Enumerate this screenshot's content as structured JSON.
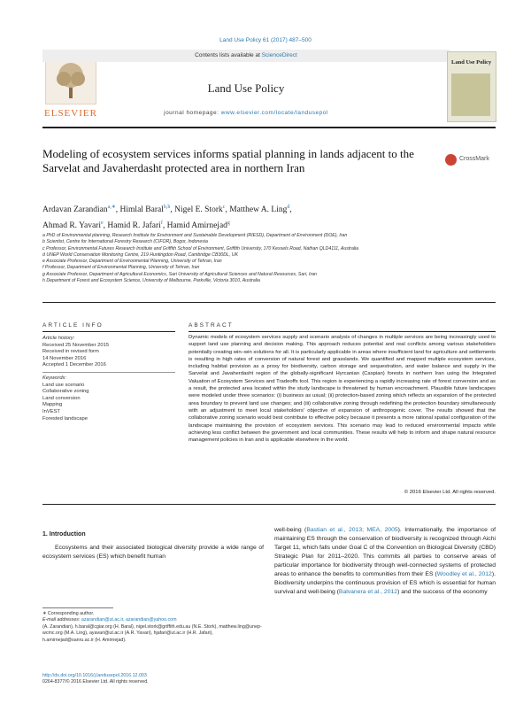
{
  "citation": "Land Use Policy 61 (2017) 487–500",
  "header": {
    "contents_prefix": "Contents lists available at",
    "contents_link": "ScienceDirect",
    "journal_title": "Land Use Policy",
    "homepage_prefix": "journal homepage:",
    "homepage_url": "www.elsevier.com/locate/landusepol",
    "publisher_logo": "ELSEVIER",
    "cover_title": "Land Use Policy"
  },
  "article": {
    "title": "Modeling of ecosystem services informs spatial planning in lands adjacent to the Sarvelat and Javaherdasht protected area in northern Iran",
    "crossmark": "CrossMark",
    "authors": [
      {
        "name": "Ardavan Zarandian",
        "sup": "a,∗",
        "sep": ", "
      },
      {
        "name": "Himlal Baral",
        "sup": "b,h",
        "sep": ", "
      },
      {
        "name": "Nigel E. Stork",
        "sup": "c",
        "sep": ", "
      },
      {
        "name": "Matthew A. Ling",
        "sup": "d",
        "sep": ","
      },
      {
        "name": "Ahmad R. Yavari",
        "sup": "e",
        "sep": ", "
      },
      {
        "name": "Hamid R. Jafari",
        "sup": "f",
        "sep": ", "
      },
      {
        "name": "Hamid Amirnejad",
        "sup": "g",
        "sep": ""
      }
    ],
    "affiliations": [
      "a PhD of Environmental planning, Research Institute for Environment and Sustainable Development (RIESD), Department of Environment (DOE), Iran",
      "b Scientist, Centre for International Forestry Research (CIFOR), Bogor, Indonesia",
      "c Professor, Environmental Futures Research Institute and Griffith School of Environment, Griffith University, 170 Kessels Road, Nathan QLD4111, Australia",
      "d UNEP World Conservation Monitoring Centre, 219 Huntingdon Road, Cambridge CB30DL, UK",
      "e Associate Professor, Department of Environmental Planning, University of Tehran, Iran",
      "f Professor, Department of Environmental Planning, University of Tehran, Iran",
      "g Associate Professor, Department of Agricultural Economics, Sari University of Agricultural Sciences and Natural Resources, Sari, Iran",
      "h Department of Forest and Ecosystem Science, University of Melbourne, Parkville, Victoria 3010, Australia"
    ]
  },
  "article_info": {
    "heading": "ARTICLE INFO",
    "history_label": "Article history:",
    "history": [
      "Received 25 November 2015",
      "Received in revised form",
      "14 November 2016",
      "Accepted 1 December 2016"
    ],
    "keywords_label": "Keywords:",
    "keywords": [
      "Land use scenario",
      "Collaborative zoning",
      "Land conversion",
      "Mapping",
      "InVEST",
      "Forested landscape"
    ]
  },
  "abstract": {
    "heading": "ABSTRACT",
    "text": "Dynamic models of ecosystem services supply and scenario analysis of changes in multiple services are being increasingly used to support land use planning and decision making. This approach reduces potential and real conflicts among various stakeholders potentially creating win–win solutions for all. It is particularly applicable in areas where insufficient land for agriculture and settlements is resulting in high rates of conversion of natural forest and grasslands. We quantified and mapped multiple ecosystem services, including habitat provision as a proxy for biodiversity, carbon storage and sequestration, and water balance and supply in the Sarvelat and Javaherdasht region of the globally-significant Hyrcanian (Caspian) forests in northern Iran using the Integrated Valuation of Ecosystem Services and Tradeoffs tool. This region is experiencing a rapidly increasing rate of forest conversion and as a result, the protected area located within the study landscape is threatened by human encroachment. Plausible future landscapes were modeled under three scenarios: (i) business as usual; (ii) protection-based zoning which reflects an expansion of the protected area boundary to prevent land use changes; and (iii) collaborative zoning through redefining the protection boundary simultaneously with an adjustment to meet local stakeholders' objective of expansion of anthropogenic cover. The results showed that the collaborative zoning scenario would best contribute to effective policy because it presents a more rational spatial configuration of the landscape maintaining the provision of ecosystem services. This scenario may lead to reduced environmental impacts while achieving less conflict between the government and local communities. These results will help to inform and shape natural resource management policies in Iran and is applicable elsewhere in the world.",
    "copyright": "© 2016 Elsevier Ltd. All rights reserved."
  },
  "introduction": {
    "heading": "1.  Introduction",
    "left_text": "Ecosystems and their associated biological diversity provide a wide range of ecosystem services (ES) which benefit human",
    "right_p1": "well-being (",
    "right_cite1": "Bastian et al., 2013; MEA, 2005",
    "right_p2": "). Internationally, the importance of maintaining ES through the conservation of biodiversity is recognized through Aichi Target 11, which falls under Goal C of the Convention on Biological Diversity (CBD) Strategic Plan for 2011–2020. This commits all parties to conserve areas of particular importance for biodiversity through well-connected systems of protected areas to enhance the benefits to communities from their ES (",
    "right_cite2": "Woodley et al., 2012",
    "right_p3": "). Biodiversity underpins the continuous provision of ES which is essential for human survival and well-being (",
    "right_cite3": "Balvanera et al., 2012",
    "right_p4": ") and the success of the economy"
  },
  "footnotes": {
    "corresponding": "∗  Corresponding author.",
    "email_label": "E-mail addresses:",
    "emails_line1": "azarandian@ut.ac.ir, azarandian@yahoo.com",
    "email_text": "(A. Zarandian), h.baral@cgiar.org (H. Baral), nigel.stork@griffith.edu.au (N.E. Stork), matthew.ling@unep-wcmc.org (M.A. Ling), ayavari@ut.ac.ir (A.R. Yavari), hjafari@ut.ac.ir (H.R. Jafari), h.amirnejad@sanru.ac.ir (H. Amirnejad).",
    "doi": "http://dx.doi.org/10.1016/j.landusepol.2016.12.003",
    "issn": "0264-8377/© 2016 Elsevier Ltd. All rights reserved."
  }
}
